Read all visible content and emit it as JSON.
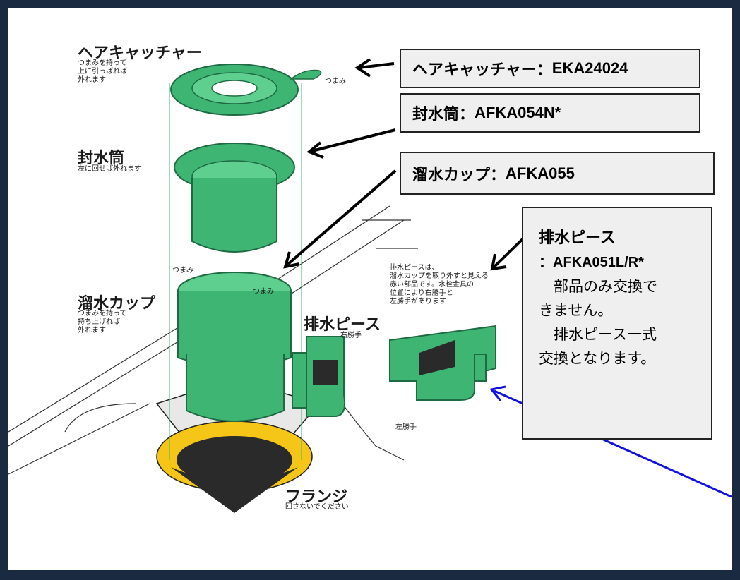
{
  "labels": {
    "hair_catcher": {
      "title": "ヘアキャッチャー",
      "desc_1": "つまみを持って",
      "desc_2": "上に引っぱれば",
      "desc_3": "外れます",
      "knob": "つまみ"
    },
    "seal_tube": {
      "title": "封水筒",
      "desc": "左に回せば外れます"
    },
    "trap_cup": {
      "title": "溜水カップ",
      "desc_1": "つまみを持って",
      "desc_2": "持ち上げれば",
      "desc_3": "外れます",
      "knob_left": "つまみ",
      "knob_right": "つまみ"
    },
    "drain_piece": {
      "title": "排水ピース",
      "right_hand": "右勝手",
      "left_hand": "左勝手",
      "note_1": "排水ピースは、",
      "note_2": "溜水カップを取り外すと見える",
      "note_3": "赤い部品です。水栓金具の",
      "note_4": "位置により右勝手と",
      "note_5": "左勝手があります"
    },
    "flange": {
      "title": "フランジ",
      "desc": "回さないでください"
    }
  },
  "callouts": {
    "hair_catcher": {
      "name": "ヘアキャッチャー",
      "sep": "：",
      "code": "EKA24024"
    },
    "seal_tube": {
      "name": "封水筒",
      "sep": "：",
      "code": "AFKA054N*"
    },
    "trap_cup": {
      "name": "溜水カップ",
      "sep": "：",
      "code": "AFKA055"
    },
    "drain_piece": {
      "line_1": "排水ピース",
      "line_2": "：AFKA051L/R*",
      "line_3": "　部品のみ交換で",
      "line_4": "きません。",
      "line_5": "　排水ピース一式",
      "line_6": "交換となります。"
    }
  },
  "colors": {
    "part_green": "#3fb574",
    "part_dark": "#1e6b43",
    "flange_yellow": "#f5c518",
    "frame": "#1a2a40",
    "arrow_blue": "#1010e0"
  }
}
